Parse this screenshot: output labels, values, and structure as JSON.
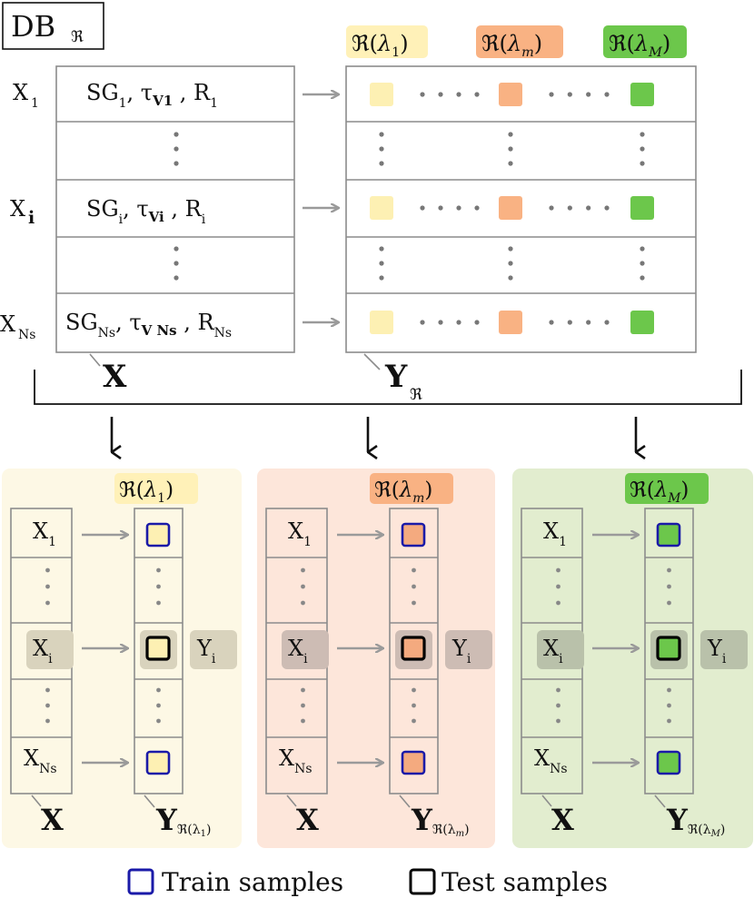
{
  "title": {
    "main": "DB",
    "sub": "ℜ"
  },
  "rows": [
    {
      "label": "X",
      "label_sub": "1",
      "content": [
        [
          "SG",
          "1"
        ],
        [
          ", τ",
          ""
        ],
        [
          "V1",
          ""
        ],
        [
          " , R",
          "1"
        ]
      ]
    },
    {
      "label": "X",
      "label_sub": "i",
      "content": [
        [
          "SG",
          "i"
        ],
        [
          ", τ",
          ""
        ],
        [
          "Vi",
          ""
        ],
        [
          " , R",
          "i"
        ]
      ]
    },
    {
      "label": "X",
      "label_sub": "Ns",
      "content": [
        [
          "SG",
          "Ns"
        ],
        [
          ", τ",
          ""
        ],
        [
          "V Ns",
          ""
        ],
        [
          " , R",
          "Ns"
        ]
      ]
    }
  ],
  "x_label": "X",
  "y_label": {
    "main": "Y",
    "sub": "ℜ"
  },
  "lambda_headers": [
    {
      "text": "ℜ(",
      "sym": "λ",
      "sub": "1",
      "close": ")",
      "color": "#fff1b8"
    },
    {
      "text": "ℜ(",
      "sym": "λ",
      "sub": "m",
      "close": ")",
      "color": "#f9b283"
    },
    {
      "text": "ℜ(",
      "sym": "λ",
      "sub": "M",
      "close": ")",
      "color": "#6cc74b"
    }
  ],
  "panels": [
    {
      "bg": "#fdf8e5",
      "cell": "#fdf0b3",
      "label_bg": "#d9d3bd",
      "header": 0,
      "rows": [
        {
          "x": "X",
          "x_sub": "1"
        },
        {
          "x": "X",
          "x_sub": "i"
        },
        {
          "x": "X",
          "x_sub": "Ns"
        }
      ],
      "y_test": {
        "main": "Y",
        "sub": "i"
      },
      "x_label": "X",
      "y_label": {
        "main": "Y",
        "sub": "ℜ(λ",
        "sub2": "1",
        "close": ")"
      }
    },
    {
      "bg": "#fde6da",
      "cell": "#f4aa7f",
      "label_bg": "#cdbcb4",
      "header": 1,
      "rows": [
        {
          "x": "X",
          "x_sub": "1"
        },
        {
          "x": "X",
          "x_sub": "i"
        },
        {
          "x": "X",
          "x_sub": "Ns"
        }
      ],
      "y_test": {
        "main": "Y",
        "sub": "i"
      },
      "x_label": "X",
      "y_label": {
        "main": "Y",
        "sub": "ℜ(λ",
        "sub2": "m",
        "close": ")"
      }
    },
    {
      "bg": "#e2edcf",
      "cell": "#6cc74b",
      "label_bg": "#b9c1aa",
      "header": 2,
      "rows": [
        {
          "x": "X",
          "x_sub": "1"
        },
        {
          "x": "X",
          "x_sub": "i"
        },
        {
          "x": "X",
          "x_sub": "Ns"
        }
      ],
      "y_test": {
        "main": "Y",
        "sub": "i"
      },
      "x_label": "X",
      "y_label": {
        "main": "Y",
        "sub": "ℜ(λ",
        "sub2": "M",
        "close": ")"
      }
    }
  ],
  "legend": {
    "train": "Train samples",
    "test": "Test samples",
    "train_color": "#1a1aa8",
    "test_color": "#000000"
  },
  "colors": {
    "yellow": "#fdf0b3",
    "orange": "#f9b283",
    "green": "#6cc74b",
    "line": "#8c8c8c",
    "arrow": "#9a9a9a",
    "dots": "#777777"
  }
}
